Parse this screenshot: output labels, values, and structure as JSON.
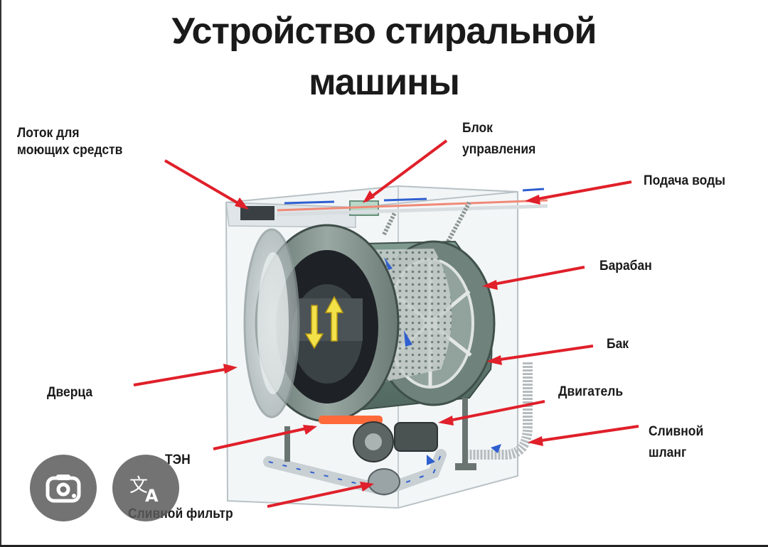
{
  "title": {
    "line1": "Устройство стиральной",
    "line2": "машины"
  },
  "labels": {
    "detergent_tray_1": "Лоток для",
    "detergent_tray_2": "моющих средств",
    "control_unit_1": "Блок",
    "control_unit_2": "управления",
    "water_supply": "Подача воды",
    "drum": "Барабан",
    "tank": "Бак",
    "door": "Дверца",
    "motor": "Двигатель",
    "drain_hose_1": "Сливной",
    "drain_hose_2": "шланг",
    "heater": "ТЭН",
    "drain_filter": "Сливной фильтр"
  },
  "overlay_buttons": {
    "lens": "lens-camera-icon",
    "translate": "translate-icon"
  },
  "colors": {
    "arrow": "#e0202a",
    "flow": "#2f5fd0",
    "tank": "#5f7d72",
    "drum": "#7a8a86"
  }
}
